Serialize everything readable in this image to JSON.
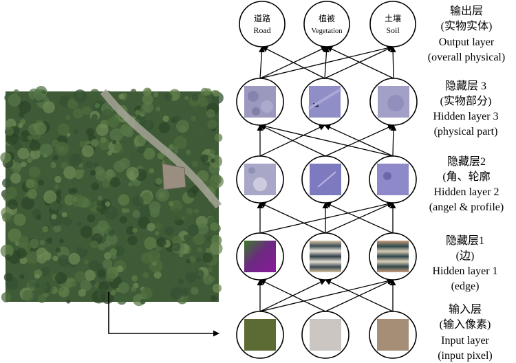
{
  "output_nodes": [
    {
      "zh": "道路",
      "en": "Road"
    },
    {
      "zh": "植被",
      "en": "Vegetation"
    },
    {
      "zh": "土壤",
      "en": "Soil"
    }
  ],
  "layer_labels": {
    "output": [
      "输出层",
      "(实物实体)",
      "Output layer",
      "(overall physical)"
    ],
    "hidden3": [
      "隐藏层 3",
      "(实物部分)",
      "Hidden layer 3",
      "(physical part)"
    ],
    "hidden2": [
      "隐藏层2",
      "(角、轮廓",
      "Hidden layer 2",
      "(angel & profile)"
    ],
    "hidden1": [
      "隐藏层1",
      "(边)",
      "Hidden layer 1",
      "(edge)"
    ],
    "input": [
      "输入层",
      "(输入像素)",
      "Input layer",
      "(input pixel)"
    ]
  },
  "colors": {
    "input_pixels": [
      "#5c6b34",
      "#cbc6c2",
      "#a58d76"
    ],
    "hidden3_bg": [
      "#9c99bf",
      "#8f8ec6",
      "#a2a0c7"
    ],
    "hidden2_bg": [
      "#a8a7c8",
      "#7d7ac0",
      "#8e89c9"
    ],
    "aerial_base": "#3e5a36"
  }
}
